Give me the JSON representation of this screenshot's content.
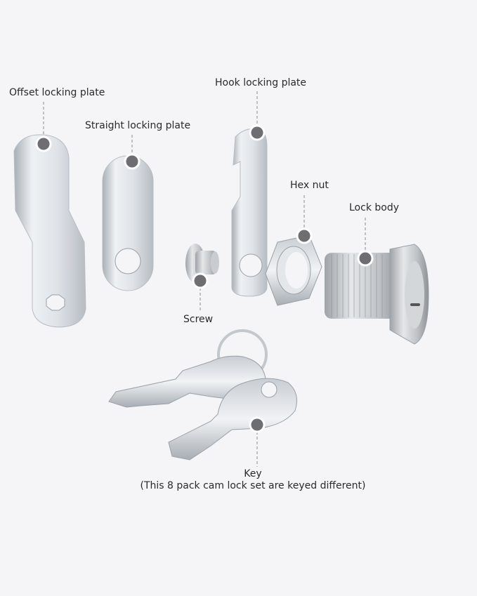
{
  "background": "#f5f5f7",
  "accent_colors": {
    "callout_dot": "#6e6e72",
    "callout_ring": "#ffffff",
    "leader_line": "#8a8a8e",
    "metal_light": "#e9ecef",
    "metal_dark": "#9aa0a6"
  },
  "parts": [
    {
      "id": "offset-plate",
      "label": "Offset locking plate"
    },
    {
      "id": "straight-plate",
      "label": "Straight locking plate"
    },
    {
      "id": "hook-plate",
      "label": "Hook locking plate"
    },
    {
      "id": "hex-nut",
      "label": "Hex nut"
    },
    {
      "id": "lock-body",
      "label": "Lock body"
    },
    {
      "id": "screw",
      "label": "Screw"
    },
    {
      "id": "key",
      "label": "Key",
      "note": "(This 8 pack cam lock set are keyed different)"
    }
  ]
}
